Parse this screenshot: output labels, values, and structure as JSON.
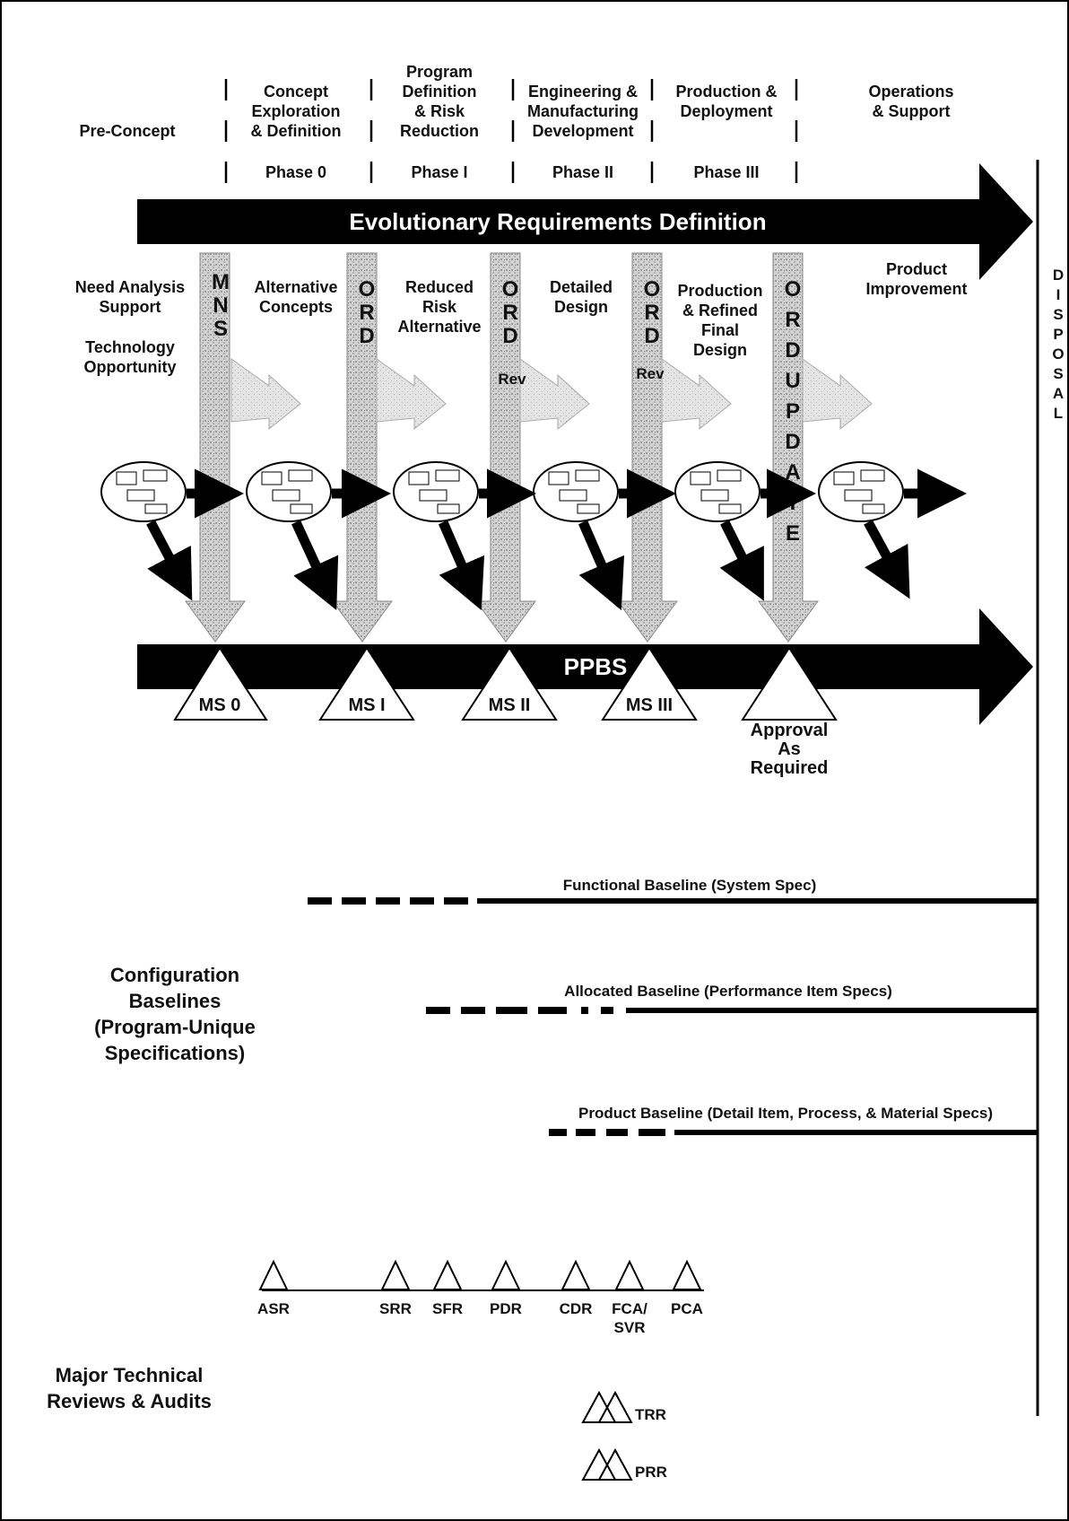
{
  "phase_headers": [
    "Pre-Concept",
    "Concept\nExploration\n& Definition",
    "Program\nDefinition\n& Risk\nReduction",
    "Engineering &\nManufacturing\nDevelopment",
    "Production &\nDeployment",
    "Operations\n& Support"
  ],
  "phases": [
    "Phase 0",
    "Phase I",
    "Phase II",
    "Phase III"
  ],
  "banner_top": "Evolutionary Requirements Definition",
  "banner_bottom": "PPBS",
  "activities": [
    "Need Analysis\nSupport",
    "Technology\nOpportunity",
    "Alternative\nConcepts",
    "Reduced\nRisk\nAlternative",
    "Detailed\nDesign",
    "Production\n& Refined\nFinal\nDesign",
    "Product\nImprovement"
  ],
  "vertical_labels": [
    "MNS",
    "ORD",
    "ORD",
    "ORD",
    "ORDUPDATE"
  ],
  "rev_labels": [
    "Rev",
    "Rev"
  ],
  "disposal": "DISPOSAL",
  "milestones": [
    "MS 0",
    "MS I",
    "MS II",
    "MS III"
  ],
  "approval": "Approval\nAs\nRequired",
  "config_title": "Configuration\nBaselines\n(Program-Unique\nSpecifications)",
  "baselines": [
    "Functional Baseline (System Spec)",
    "Allocated Baseline (Performance Item Specs)",
    "Product Baseline (Detail Item, Process, & Material Specs)"
  ],
  "reviews_title": "Major Technical\nReviews & Audits",
  "reviews": [
    "ASR",
    "SRR",
    "SFR",
    "PDR",
    "CDR",
    "FCA/\nSVR",
    "PCA"
  ],
  "extra_reviews": [
    "TRR",
    "PRR"
  ]
}
